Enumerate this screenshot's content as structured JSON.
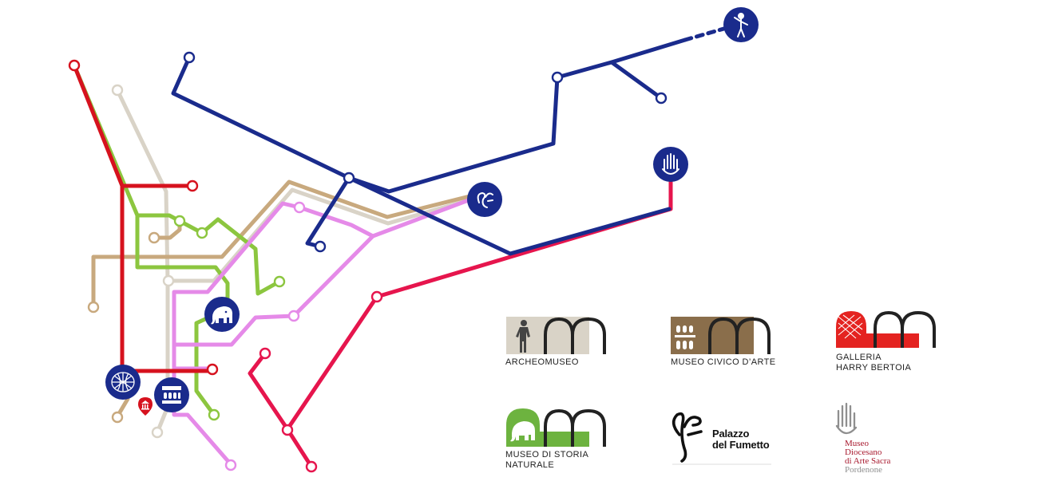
{
  "colors": {
    "blue": "#1a2b8c",
    "red": "#d6121e",
    "crimson": "#e6154d",
    "green": "#8cc63f",
    "tan": "#c8a97e",
    "beige": "#d9d3c7",
    "pink": "#e58ae8"
  },
  "icons": [
    "statue-icon",
    "hand-icon",
    "fumetto-icon",
    "mammoth-icon",
    "globe-net-icon",
    "palace-icon",
    "museum-pin-icon"
  ],
  "museums": {
    "archeomuseo": {
      "name": "ARCHEOMUSEO"
    },
    "civico": {
      "name": "MUSEO  CIVICO  D’ARTE"
    },
    "bertoia": {
      "line1": "GALLERIA",
      "line2": "HARRY BERTOIA"
    },
    "storia": {
      "line1": "MUSEO DI STORIA",
      "line2": "NATURALE"
    },
    "fumetto": {
      "line1": "Palazzo",
      "line2": "del Fumetto"
    },
    "diocesano": {
      "line1": "Museo",
      "line2": "Diocesano",
      "line3": "di Arte Sacra",
      "line4": "Pordenone"
    }
  }
}
